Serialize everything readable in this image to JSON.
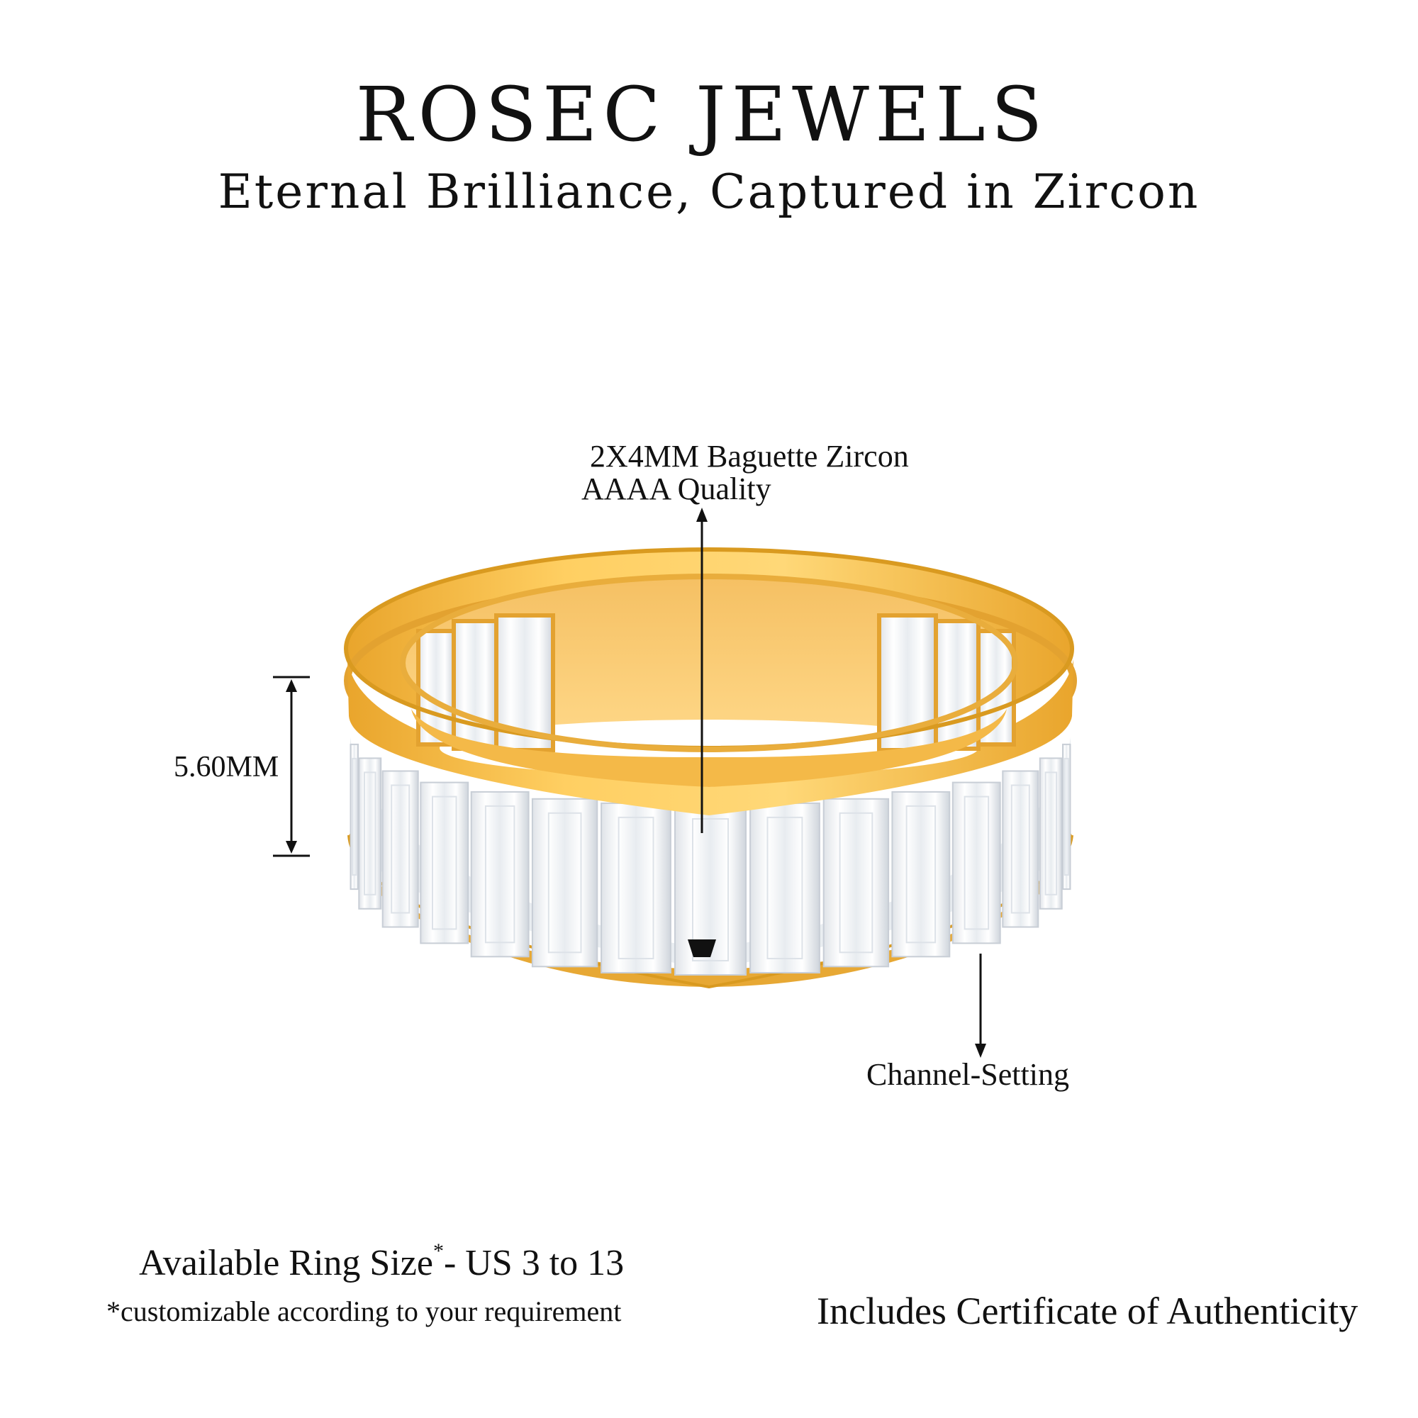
{
  "header": {
    "brand": "ROSEC JEWELS",
    "tagline": "Eternal Brilliance, Captured in Zircon"
  },
  "product": {
    "stone_line1": "2X4MM Baguette Zircon",
    "stone_line2": "AAAA Quality",
    "width": "5.60MM",
    "setting": "Channel-Setting"
  },
  "footer": {
    "size_label": "Available Ring Size",
    "size_asterisk": "*",
    "size_value": "- US 3 to 13",
    "size_note": "*customizable according to your requirement",
    "certificate": "Includes Certificate of Authenticity"
  },
  "colors": {
    "gold": "#f2b640",
    "gold_light": "#ffd878",
    "gold_dark": "#d99a20",
    "stone": "#f4f6f8"
  }
}
